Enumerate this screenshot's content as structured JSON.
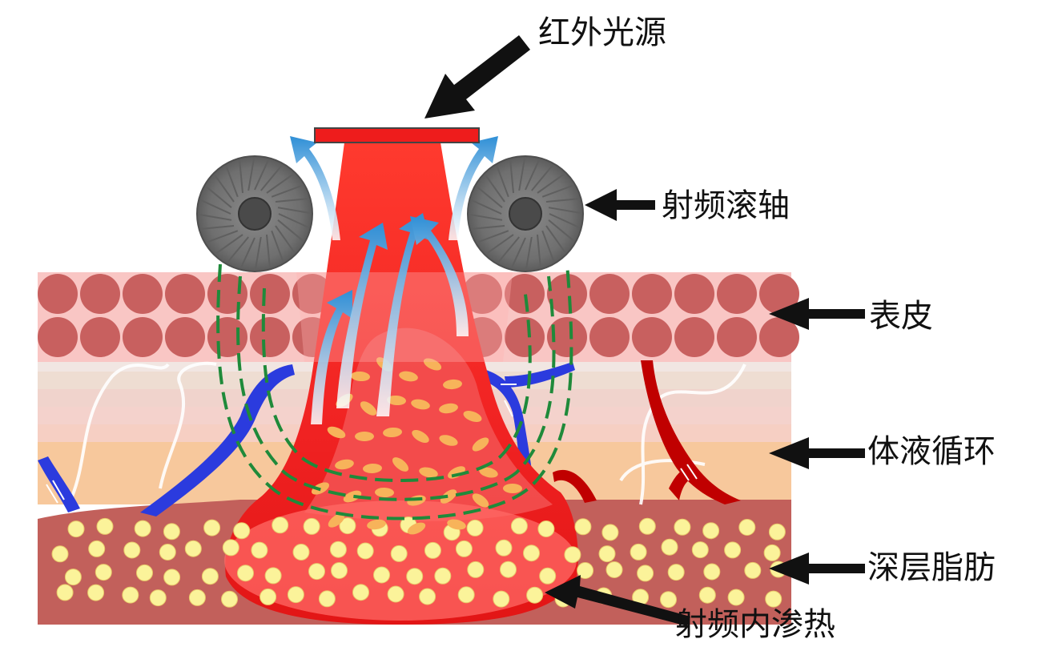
{
  "labels": {
    "ir_source": "红外光源",
    "rf_roller": "射频滚轴",
    "epidermis": "表皮",
    "body_fluid": "体液循环",
    "deep_fat": "深层脂肪",
    "rf_heat": "射频内渗热"
  },
  "colors": {
    "epidermis_bg": "#f9c6c4",
    "epidermis_cell": "#c8605f",
    "dermis_band": "#f2dbd3",
    "fluid_layer": "#f6c79b",
    "fat_layer": "#c05f5a",
    "fat_cell": "#fbf39a",
    "ir_beam": "#ee2c2c",
    "roller": "#6e6e6e",
    "vein": "#2b3bde",
    "artery": "#c00000",
    "field_line": "#1f8a3a",
    "heat_arrow": "#3a9fdc",
    "pointer_arrow": "#111111"
  },
  "icons": {
    "ir_source": "red-bar",
    "roller": "roller-wheel",
    "heat_arrow": "curved-arrow-up",
    "pointer": "thick-arrow-left"
  }
}
